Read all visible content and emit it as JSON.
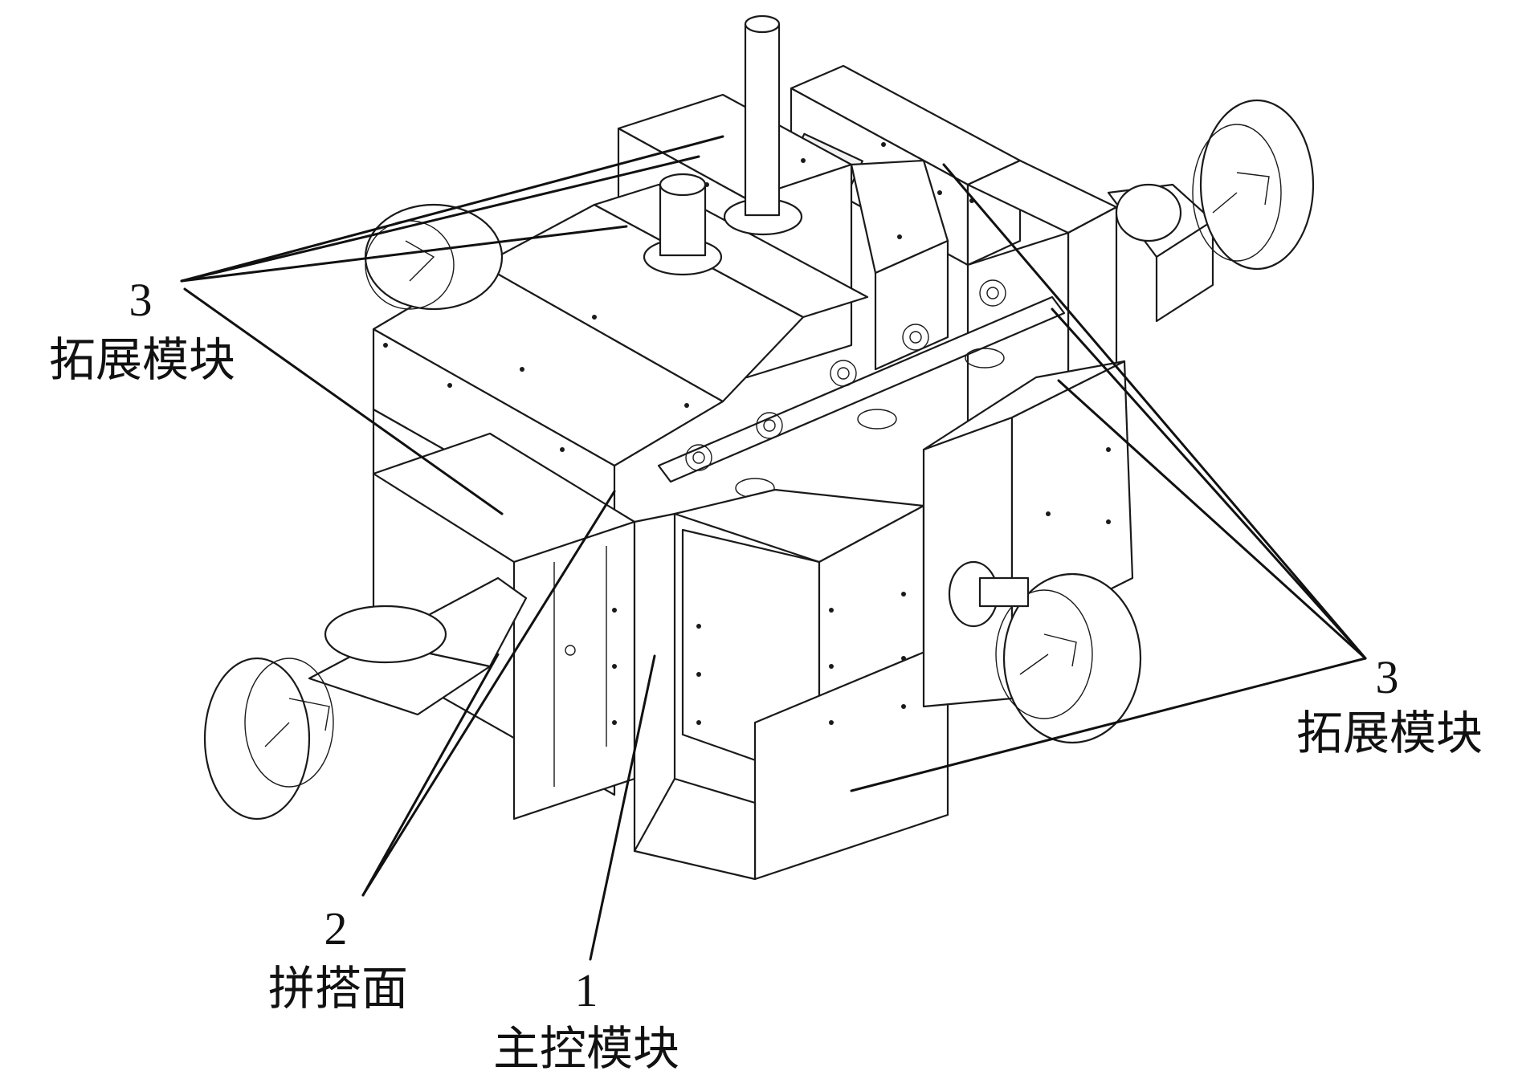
{
  "labels": {
    "module3_left_num": "3",
    "module3_left_text": "拓展模块",
    "module3_right_num": "3",
    "module3_right_text": "拓展模块",
    "module2_num": "2",
    "module2_text": "拼搭面",
    "module1_num": "1",
    "module1_text": "主控模块"
  }
}
